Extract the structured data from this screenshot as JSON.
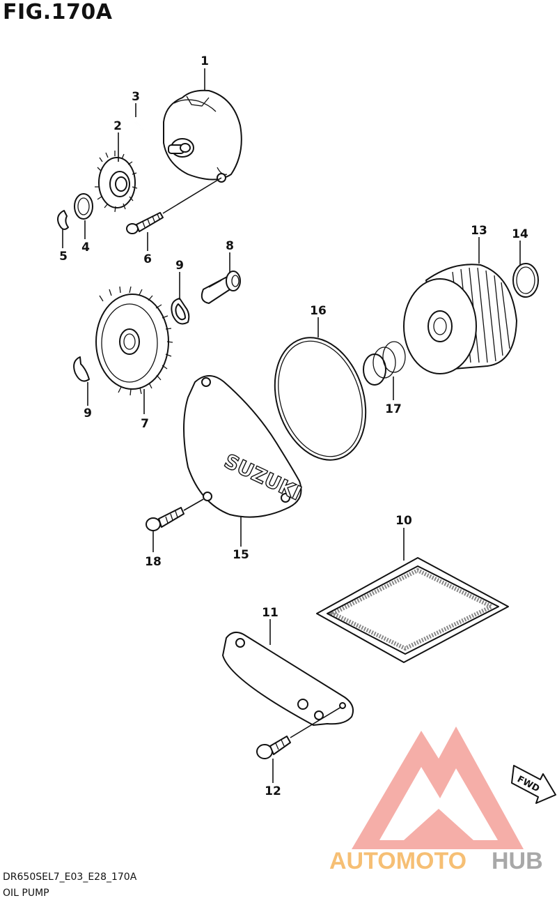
{
  "title": "FIG.170A",
  "footer": {
    "code": "DR650SEL7_E03_E28_170A",
    "name": "OIL PUMP"
  },
  "callouts": [
    "1",
    "2",
    "3",
    "4",
    "5",
    "6",
    "7",
    "8",
    "9",
    "9",
    "10",
    "11",
    "12",
    "13",
    "14",
    "15",
    "16",
    "17",
    "18"
  ],
  "cover_logo": "SUZUKI",
  "arrow_label": "FWD",
  "watermark": {
    "text_a": "AUTOMOTO",
    "text_b": "HUB",
    "colors": {
      "triangle": "#f08a84",
      "orange": "#f5b55c",
      "pink": "#f2a3a3",
      "grey": "#9a9a9a"
    }
  }
}
